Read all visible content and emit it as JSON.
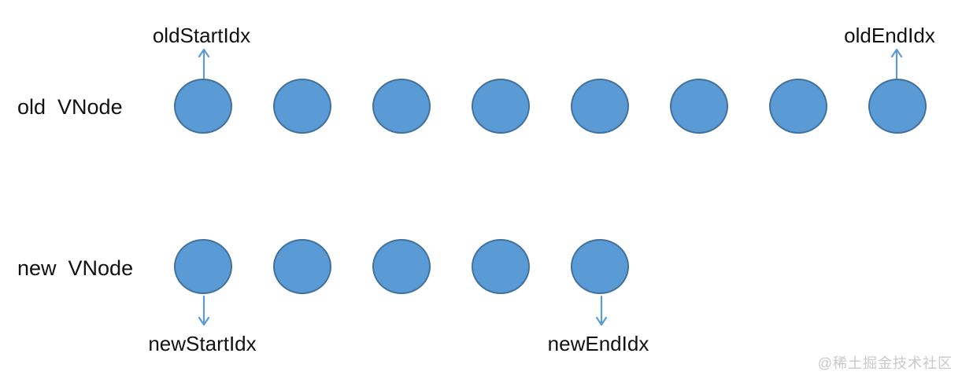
{
  "diagram": {
    "old_row": {
      "label": "old  VNode",
      "node_count": 8
    },
    "new_row": {
      "label": "new  VNode",
      "node_count": 5
    },
    "pointers": {
      "old_start": "oldStartIdx",
      "old_end": "oldEndIdx",
      "new_start": "newStartIdx",
      "new_end": "newEndIdx"
    },
    "colors": {
      "node_fill": "#5b9bd5",
      "node_border": "#41719c",
      "arrow": "#5b9bd5",
      "label_text": "#111111",
      "watermark_text": "#c9c9c9"
    }
  },
  "watermark": "@稀土掘金技术社区"
}
